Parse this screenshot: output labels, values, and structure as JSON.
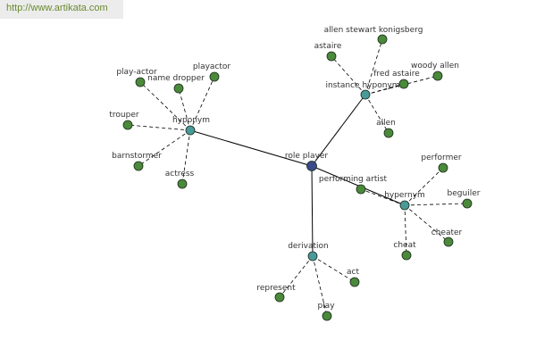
{
  "watermark": {
    "url": "http://www.artikata.com"
  },
  "graph": {
    "center": {
      "id": "role-player",
      "label": "role player"
    },
    "hubs": [
      {
        "id": "hyponym",
        "label": "hyponym",
        "leaves": [
          {
            "id": "play-actor",
            "label": "play-actor"
          },
          {
            "id": "name-dropper",
            "label": "name dropper"
          },
          {
            "id": "playactor",
            "label": "playactor"
          },
          {
            "id": "trouper",
            "label": "trouper"
          },
          {
            "id": "barnstormer",
            "label": "barnstormer"
          },
          {
            "id": "actress",
            "label": "actress"
          }
        ]
      },
      {
        "id": "instance-hyponym",
        "label": "instance hyponym",
        "leaves": [
          {
            "id": "allen-stewart-konigsberg",
            "label": "allen stewart konigsberg"
          },
          {
            "id": "astaire",
            "label": "astaire"
          },
          {
            "id": "fred-astaire",
            "label": "fred astaire"
          },
          {
            "id": "woody-allen",
            "label": "woody allen"
          },
          {
            "id": "allen",
            "label": "allen"
          }
        ]
      },
      {
        "id": "hypernym",
        "label": "hypernym",
        "leaves": [
          {
            "id": "performing-artist",
            "label": "performing artist"
          },
          {
            "id": "performer",
            "label": "performer"
          },
          {
            "id": "beguiler",
            "label": "beguiler"
          },
          {
            "id": "cheater",
            "label": "cheater"
          },
          {
            "id": "cheat",
            "label": "cheat"
          }
        ]
      },
      {
        "id": "derivation",
        "label": "derivation",
        "leaves": [
          {
            "id": "act",
            "label": "act"
          },
          {
            "id": "represent",
            "label": "represent"
          },
          {
            "id": "play",
            "label": "play"
          }
        ]
      }
    ]
  },
  "colors": {
    "center_fill": "#3a4a8a",
    "hub_fill": "#4a9a9a",
    "leaf_fill": "#4a8a3a",
    "node_stroke": "#1a2a1a",
    "edge": "#000000"
  }
}
